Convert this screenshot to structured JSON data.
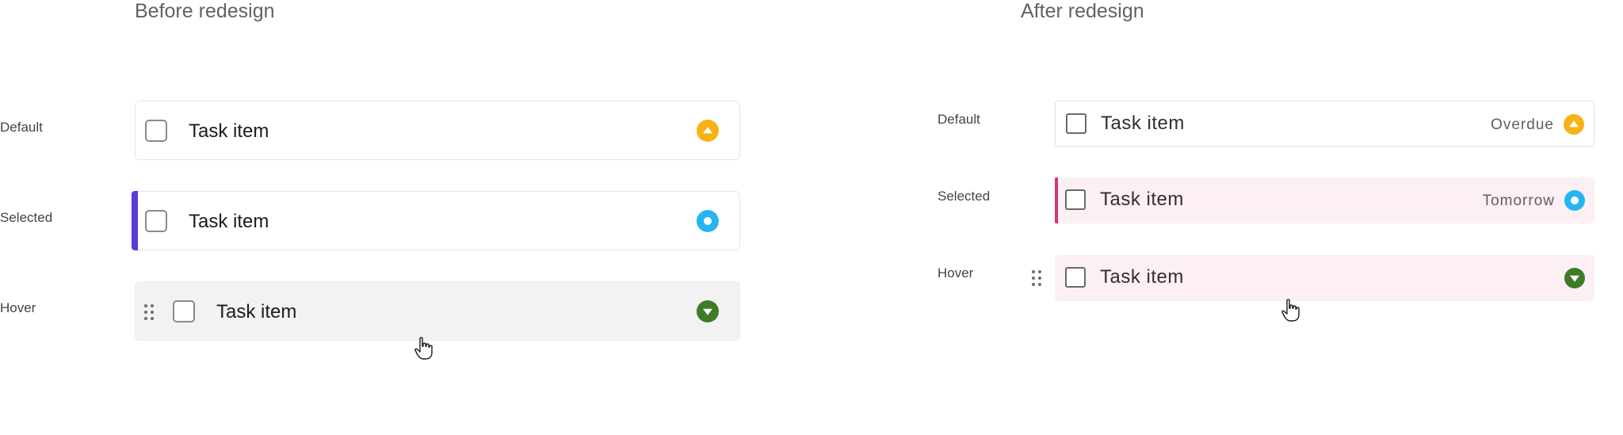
{
  "before": {
    "heading": "Before redesign",
    "rows": [
      {
        "state_label": "Default",
        "text": "Task item",
        "status": "overdue",
        "status_color": "#f7b216"
      },
      {
        "state_label": "Selected",
        "text": "Task item",
        "status": "in-progress",
        "status_color": "#27b5f2",
        "accent_color": "#5b3bd6"
      },
      {
        "state_label": "Hover",
        "text": "Task item",
        "status": "done",
        "status_color": "#3f7a29"
      }
    ]
  },
  "after": {
    "heading": "After redesign",
    "rows": [
      {
        "state_label": "Default",
        "text": "Task item",
        "due": "Overdue",
        "status": "overdue",
        "status_color": "#f7b216"
      },
      {
        "state_label": "Selected",
        "text": "Task item",
        "due": "Tomorrow",
        "status": "in-progress",
        "status_color": "#27b5f2",
        "accent_color": "#d6337a"
      },
      {
        "state_label": "Hover",
        "text": "Task item",
        "status": "done",
        "status_color": "#3f7a29"
      }
    ]
  },
  "icons": {
    "drag_handle": "drag-handle-icon",
    "cursor": "hand-pointer-cursor"
  }
}
